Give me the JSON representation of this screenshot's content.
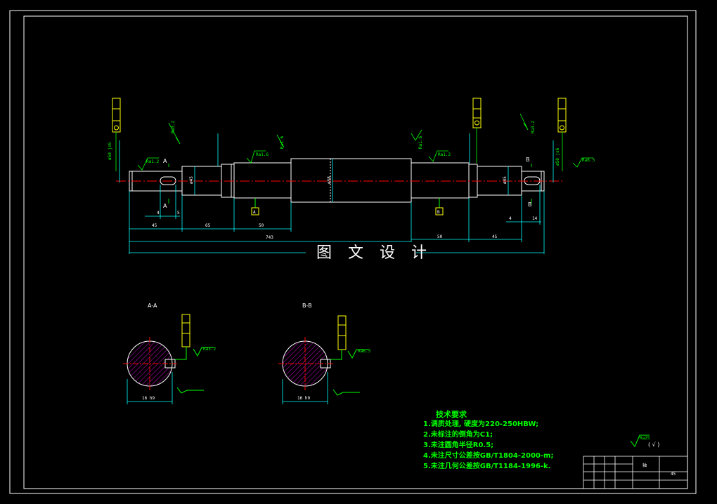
{
  "watermark": "图 文 设 计",
  "sections": {
    "aa": "A-A",
    "bb": "B-B"
  },
  "section_markers": [
    "A",
    "A",
    "B",
    "B"
  ],
  "dims": {
    "total": "743",
    "left": [
      "45",
      "65",
      "50"
    ],
    "right": [
      "50",
      "45"
    ],
    "small": [
      "4",
      "5",
      "4",
      "14"
    ],
    "key_depth_aa": "16 h9",
    "key_depth_bb": "16 h9"
  },
  "diameters": {
    "d1": "ø45",
    "d2": "ø58",
    "d3": "ø45",
    "tol_left": "ø50 js6",
    "tol_right": "ø50 js6"
  },
  "roughness": {
    "r1": "Ra1.2",
    "r2": "Ra1.6",
    "r3": "Ra1.6",
    "r4": "Ra1.6",
    "r5": "Ra1.2",
    "r6": "Ra3.2",
    "r7": "Ra3.2",
    "r8": "Ra6.3",
    "default": "Ra25",
    "default_paren": "( √ )"
  },
  "datums": {
    "left": "A",
    "right": "B"
  },
  "technical_requirements": {
    "title": "技术要求",
    "items": [
      "1.调质处理, 硬度为220-250HBW;",
      "2.未标注的倒角为C1;",
      "3.未注圆角半径R0.5;",
      "4.未注尺寸公差按GB/T1804-2000-m;",
      "5.未注几何公差按GB/T1184-1996-k."
    ]
  },
  "title_block": {
    "name": "轴",
    "material": "45"
  },
  "colors": {
    "outline": "#ffffff",
    "dimension": "#00ffff",
    "annotation": "#00ff00",
    "centerline": "#ff0000",
    "hatch": "#ff00ff",
    "gdt": "#ffff00"
  }
}
